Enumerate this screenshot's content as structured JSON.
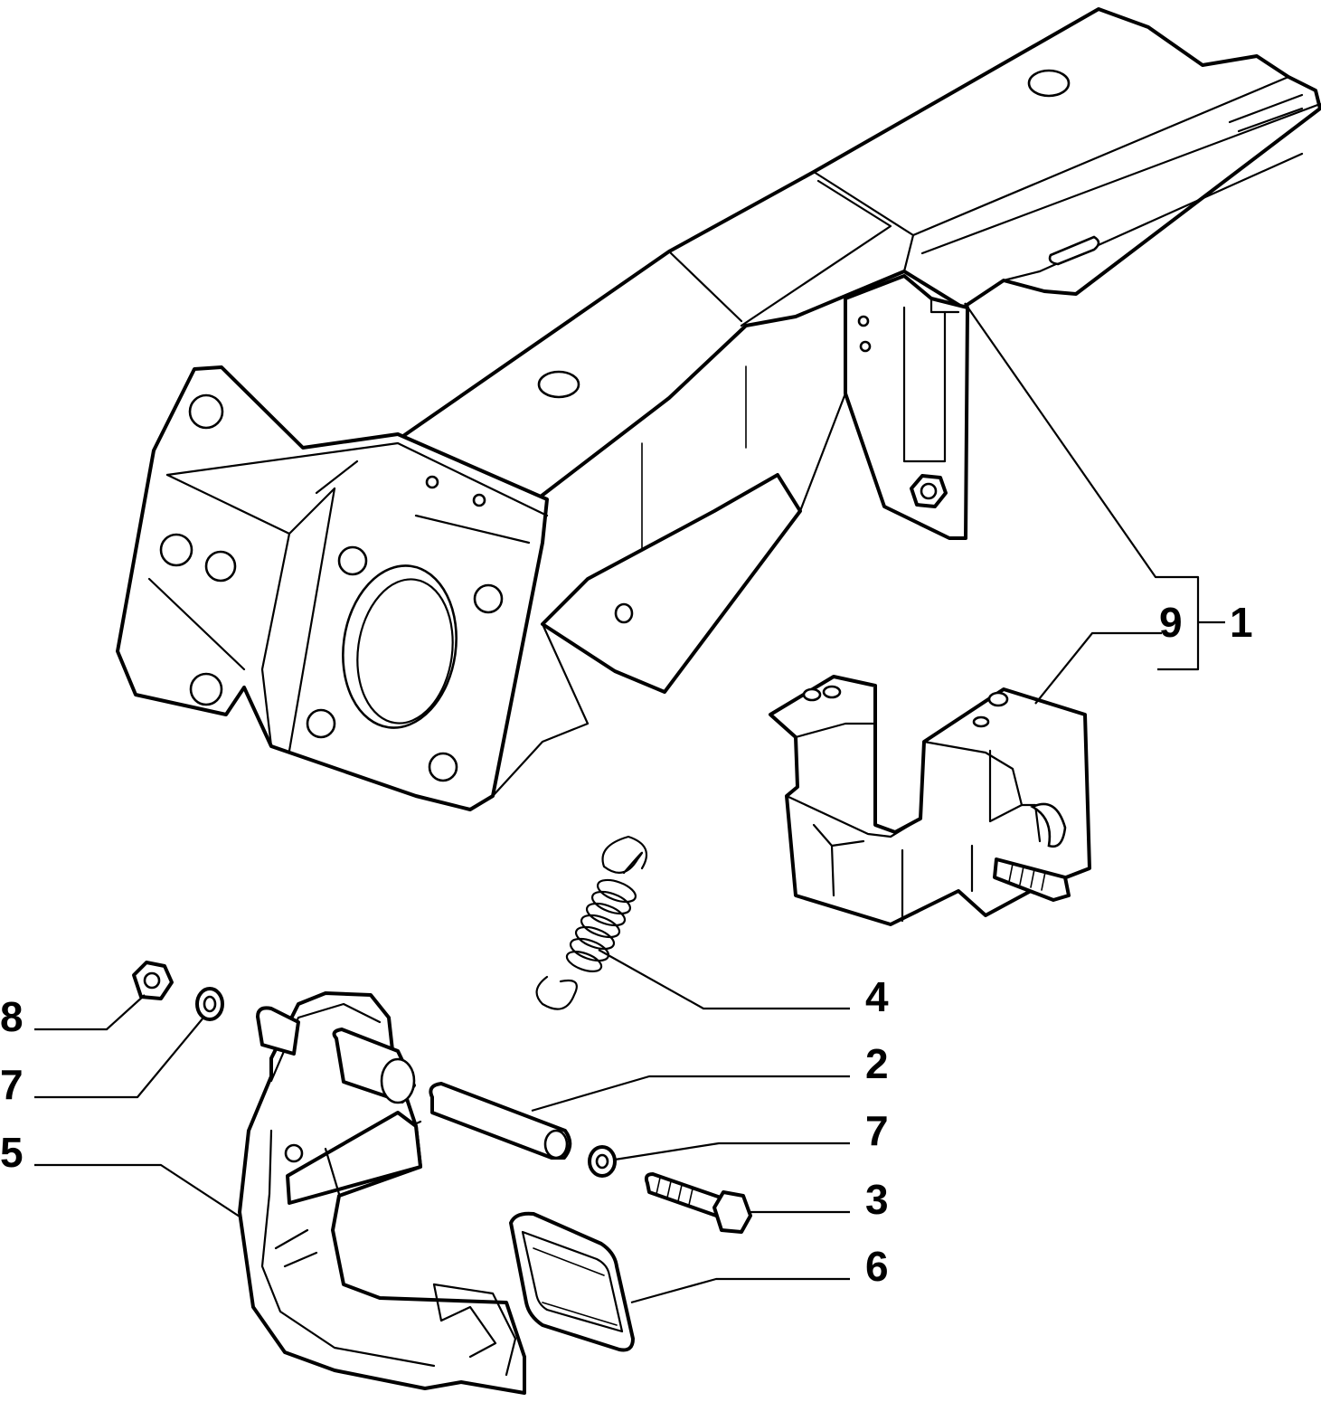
{
  "callouts": [
    {
      "id": "c9",
      "label": "9"
    },
    {
      "id": "c1",
      "label": "1"
    },
    {
      "id": "c4",
      "label": "4"
    },
    {
      "id": "c2",
      "label": "2"
    },
    {
      "id": "c7a",
      "label": "7"
    },
    {
      "id": "c3",
      "label": "3"
    },
    {
      "id": "c6",
      "label": "6"
    },
    {
      "id": "c8",
      "label": "8"
    },
    {
      "id": "c7b",
      "label": "7"
    },
    {
      "id": "c5",
      "label": "5"
    }
  ]
}
